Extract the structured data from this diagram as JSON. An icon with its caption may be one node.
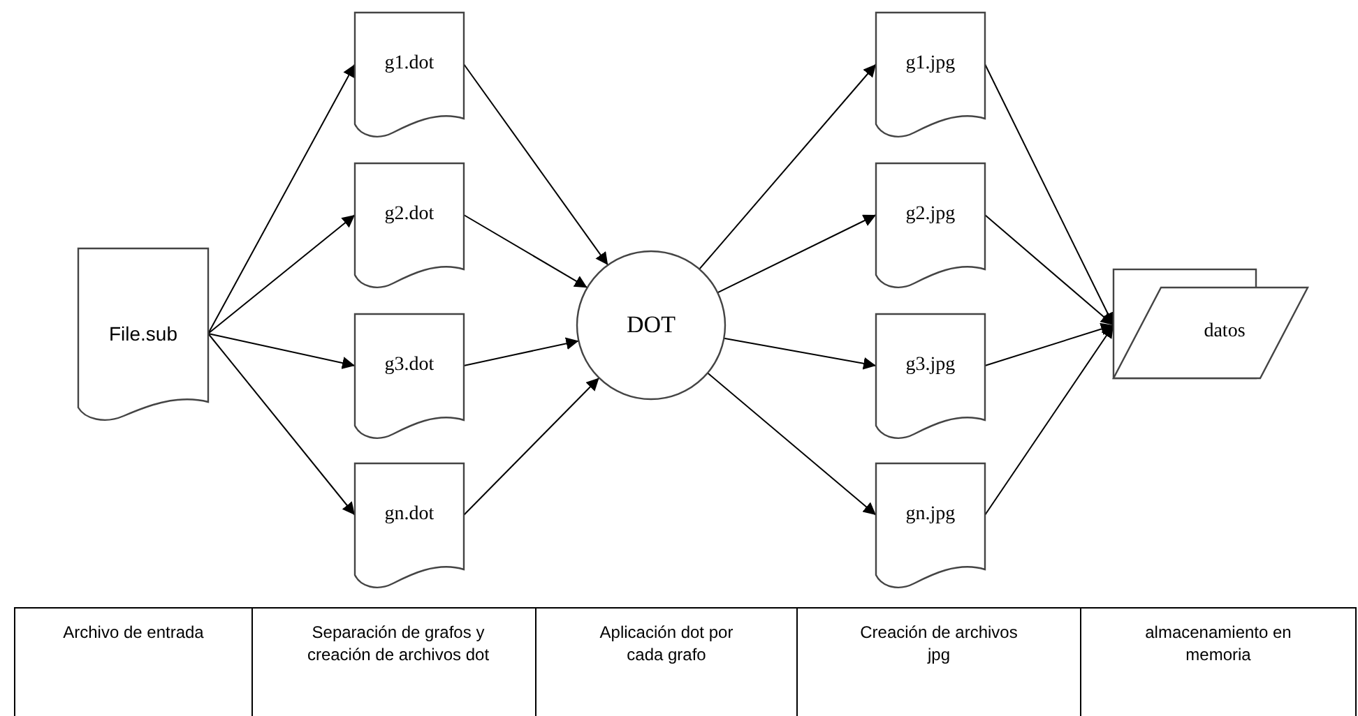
{
  "diagram": {
    "nodes": [
      {
        "text": [
          "File.sub"
        ]
      },
      {
        "text": [
          "g1.dot"
        ]
      },
      {
        "text": [
          "g2.dot"
        ]
      },
      {
        "text": [
          "g3.dot"
        ]
      },
      {
        "text": [
          "gn.dot"
        ]
      },
      {
        "text": [
          "DOT"
        ]
      },
      {
        "text": [
          "g1.jpg"
        ]
      },
      {
        "text": [
          "g2.jpg"
        ]
      },
      {
        "text": [
          "g3.jpg"
        ]
      },
      {
        "text": [
          "gn.jpg"
        ]
      },
      {
        "text": [
          "datos"
        ]
      }
    ],
    "edges": [
      {
        "from": 0,
        "to": 1,
        "arrow": "to"
      },
      {
        "from": 0,
        "to": 2,
        "arrow": "to"
      },
      {
        "from": 0,
        "to": 3,
        "arrow": "to"
      },
      {
        "from": 0,
        "to": 4,
        "arrow": "to"
      },
      {
        "from": 1,
        "to": 5,
        "arrow": "to"
      },
      {
        "from": 2,
        "to": 5,
        "arrow": "to"
      },
      {
        "from": 3,
        "to": 5,
        "arrow": "to"
      },
      {
        "from": 4,
        "to": 5,
        "arrow": "to"
      },
      {
        "from": 5,
        "to": 6,
        "arrow": "to"
      },
      {
        "from": 5,
        "to": 7,
        "arrow": "to"
      },
      {
        "from": 5,
        "to": 8,
        "arrow": "to"
      },
      {
        "from": 5,
        "to": 9,
        "arrow": "to"
      },
      {
        "from": 6,
        "to": 10,
        "arrow": "to"
      },
      {
        "from": 7,
        "to": 10,
        "arrow": "to"
      },
      {
        "from": 8,
        "to": 10,
        "arrow": "to"
      },
      {
        "from": 9,
        "to": 10,
        "arrow": "to"
      }
    ],
    "labels": [
      "Archivo de entrada",
      "Separación de grafos y creación de archivos dot",
      "Aplicación dot por cada grafo",
      "Creación de archivos jpg",
      "almacenamiento en memoria"
    ]
  }
}
